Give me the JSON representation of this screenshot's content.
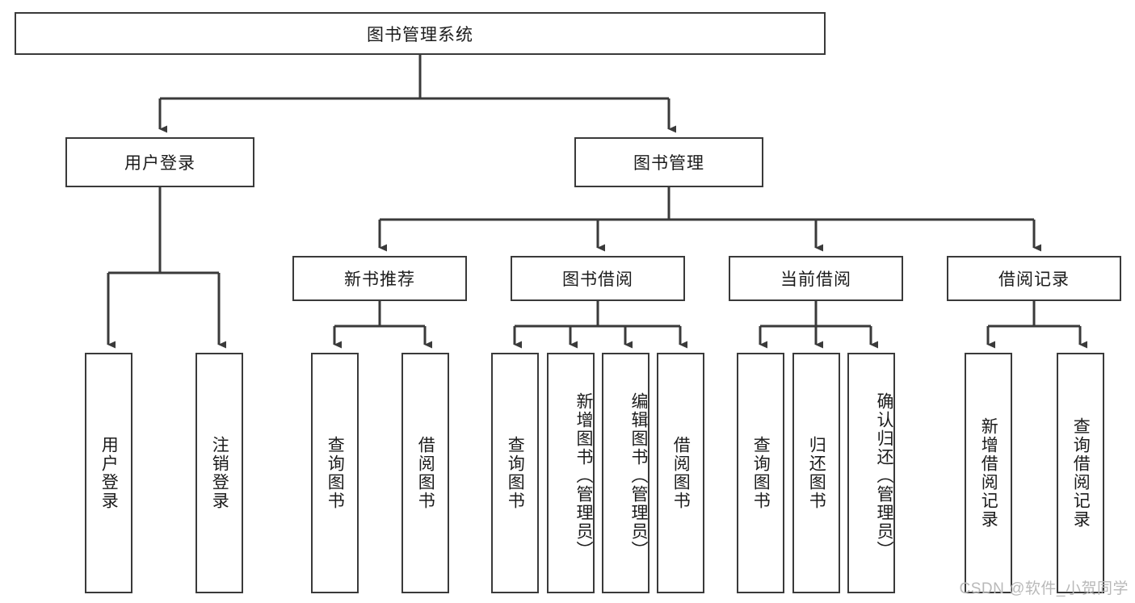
{
  "diagram": {
    "title": "图书管理系统",
    "watermark": "CSDN @软件_小贺同学",
    "colors": {
      "box_border": "#3a3a3a",
      "line": "#3a3a3a",
      "text": "#1b1b1b",
      "background": "#ffffff",
      "watermark": "#b9b9b9"
    },
    "root": {
      "label": "图书管理系统"
    },
    "level2": [
      {
        "label": "用户登录"
      },
      {
        "label": "图书管理"
      }
    ],
    "level3": [
      {
        "label": "新书推荐"
      },
      {
        "label": "图书借阅"
      },
      {
        "label": "当前借阅"
      },
      {
        "label": "借阅记录"
      }
    ],
    "leaves": {
      "user_login": [
        {
          "label": "用户登录"
        },
        {
          "label": "注销登录"
        }
      ],
      "new_book": [
        {
          "label": "查询图书"
        },
        {
          "label": "借阅图书"
        }
      ],
      "book_borrow": [
        {
          "label": "查询图书"
        },
        {
          "label": "新增图书（管理员）"
        },
        {
          "label": "编辑图书（管理员）"
        },
        {
          "label": "借阅图书"
        }
      ],
      "current_borrow": [
        {
          "label": "查询图书"
        },
        {
          "label": "归还图书"
        },
        {
          "label": "确认归还（管理员）"
        }
      ],
      "borrow_record": [
        {
          "label": "新增借阅记录"
        },
        {
          "label": "查询借阅记录"
        }
      ]
    }
  }
}
